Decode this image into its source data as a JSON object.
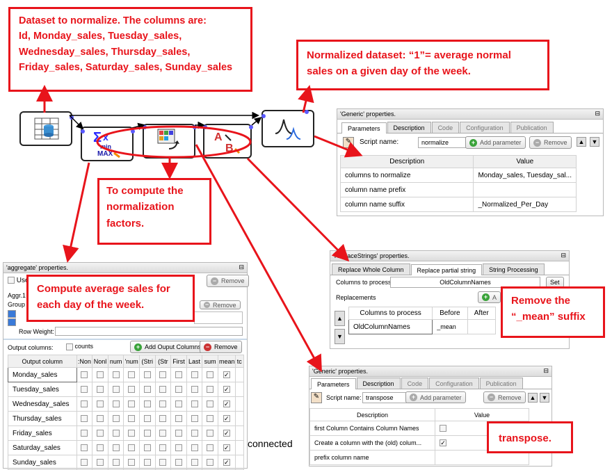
{
  "callouts": {
    "dataset_lines": [
      "Dataset to normalize. The columns are:",
      "Id, Monday_sales,  Tuesday_sales,",
      "Wednesday_sales, Thursday_sales,",
      "Friday_sales, Saturday_sales,  Sunday_sales"
    ],
    "normalized_lines": [
      "Normalized dataset: “1”= average normal",
      "sales on a given day of the week."
    ],
    "factors_lines": [
      "To compute the",
      "normalization",
      "factors."
    ],
    "average_lines": [
      "Compute average sales for",
      "each day of the week."
    ],
    "remove_lines": [
      "Remove the",
      "“_mean” suffix"
    ],
    "transpose": "transpose."
  },
  "connected_label": "connected",
  "generic1": {
    "title": "'Generic' properties.",
    "tabs": [
      "Parameters",
      "Description",
      "Code",
      "Configuration",
      "Publication"
    ],
    "script_label": "Script name:",
    "script_value": "normalize",
    "add_param": "Add parameter",
    "remove": "Remove",
    "headers": [
      "Description",
      "Value"
    ],
    "rows": [
      [
        "columns to normalize",
        "Monday_sales, Tuesday_sal..."
      ],
      [
        "column name prefix",
        ""
      ],
      [
        "column name suffix",
        "_Normalized_Per_Day"
      ]
    ]
  },
  "replace": {
    "title": "'ReplaceStrings' properties.",
    "tabs": [
      "Replace Whole Column",
      "Replace partial string",
      "String Processing"
    ],
    "cols_label": "Columns to process:",
    "cols_value": "OldColumnNames",
    "set": "Set",
    "replacements": "Replacements",
    "add": "A",
    "headers": [
      "Columns to process",
      "Before",
      "After"
    ],
    "row": [
      "OldColumnNames",
      "_mean",
      ""
    ]
  },
  "aggregate": {
    "title": "'aggregate' properties.",
    "use_label": "Use",
    "remove_top": "Remove",
    "aggr_label": "Aggr.1",
    "group_label": "Group I",
    "remove_group": "Remove",
    "row_weight": "Row Weight:",
    "output_label": "Output columns:",
    "counts": "counts",
    "add_output": "Add Ouput Columns",
    "remove_output": "Remove",
    "headers": [
      "Output column",
      ":Non",
      "Nonl",
      "num",
      "'num",
      "(Stri",
      "(Str",
      "First",
      "Last",
      "sum",
      "mean",
      "tc"
    ],
    "rows": [
      "Monday_sales",
      "Tuesday_sales",
      "Wednesday_sales",
      "Thursday_sales",
      "Friday_sales",
      "Saturday_sales",
      "Sunday_sales"
    ]
  },
  "generic2": {
    "title": "'Generic' properties.",
    "tabs": [
      "Parameters",
      "Description",
      "Code",
      "Configuration",
      "Publication"
    ],
    "script_label": "Script name:",
    "script_value": "transpose",
    "add_param": "Add parameter",
    "remove": "Remove",
    "headers": [
      "Description",
      "Value"
    ],
    "rows": [
      "first Column Contains Column Names",
      "Create a column with the (old) colum...",
      "prefix column name"
    ],
    "checks": [
      false,
      true,
      null
    ]
  },
  "colors": {
    "accent": "#e8141b",
    "port": "#5a5aff"
  },
  "icons": [
    "table-icon",
    "sum-minmax-icon",
    "transpose-icon",
    "replace-ab-icon",
    "normal-curve-icon"
  ]
}
